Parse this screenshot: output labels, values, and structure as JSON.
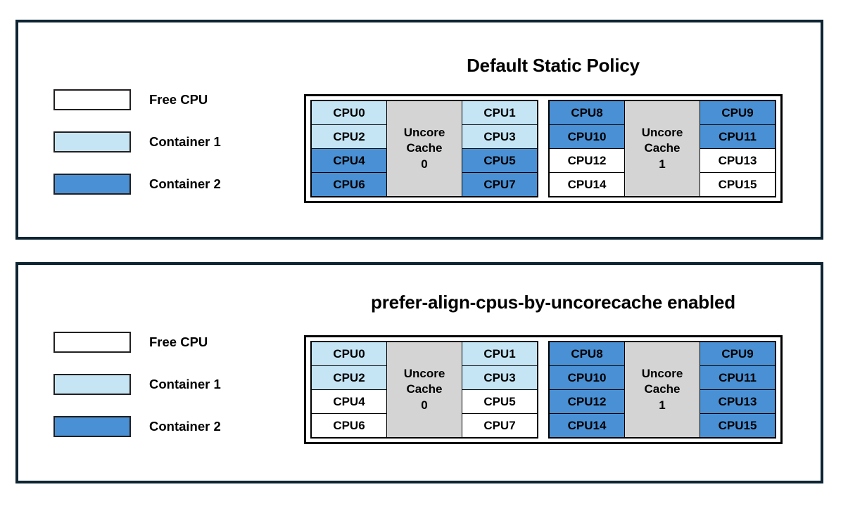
{
  "theme": {
    "panel_border": "#0d2433",
    "free_cpu_color": "#ffffff",
    "container1_color": "#c5e5f4",
    "container2_color": "#4a90d4",
    "uncore_cache_color": "#d4d4d4",
    "text_color": "#000000"
  },
  "legend": {
    "items": [
      {
        "label": "Free CPU",
        "swatch": "free"
      },
      {
        "label": "Container 1",
        "swatch": "container1"
      },
      {
        "label": "Container 2",
        "swatch": "container2"
      }
    ]
  },
  "panels": [
    {
      "id": "default-static-policy",
      "title": "Default Static Policy",
      "sockets": [
        {
          "cache_label_line1": "Uncore",
          "cache_label_line2": "Cache",
          "cache_label_line3": "0",
          "left_column": [
            {
              "label": "CPU0",
              "state": "container1"
            },
            {
              "label": "CPU2",
              "state": "container1"
            },
            {
              "label": "CPU4",
              "state": "container2"
            },
            {
              "label": "CPU6",
              "state": "container2"
            }
          ],
          "right_column": [
            {
              "label": "CPU1",
              "state": "container1"
            },
            {
              "label": "CPU3",
              "state": "container1"
            },
            {
              "label": "CPU5",
              "state": "container2"
            },
            {
              "label": "CPU7",
              "state": "container2"
            }
          ]
        },
        {
          "cache_label_line1": "Uncore",
          "cache_label_line2": "Cache",
          "cache_label_line3": "1",
          "left_column": [
            {
              "label": "CPU8",
              "state": "container2"
            },
            {
              "label": "CPU10",
              "state": "container2"
            },
            {
              "label": "CPU12",
              "state": "free"
            },
            {
              "label": "CPU14",
              "state": "free"
            }
          ],
          "right_column": [
            {
              "label": "CPU9",
              "state": "container2"
            },
            {
              "label": "CPU11",
              "state": "container2"
            },
            {
              "label": "CPU13",
              "state": "free"
            },
            {
              "label": "CPU15",
              "state": "free"
            }
          ]
        }
      ]
    },
    {
      "id": "prefer-align-cpus-by-uncorecache-enabled",
      "title": "prefer-align-cpus-by-uncorecache enabled",
      "sockets": [
        {
          "cache_label_line1": "Uncore",
          "cache_label_line2": "Cache",
          "cache_label_line3": "0",
          "left_column": [
            {
              "label": "CPU0",
              "state": "container1"
            },
            {
              "label": "CPU2",
              "state": "container1"
            },
            {
              "label": "CPU4",
              "state": "free"
            },
            {
              "label": "CPU6",
              "state": "free"
            }
          ],
          "right_column": [
            {
              "label": "CPU1",
              "state": "container1"
            },
            {
              "label": "CPU3",
              "state": "container1"
            },
            {
              "label": "CPU5",
              "state": "free"
            },
            {
              "label": "CPU7",
              "state": "free"
            }
          ]
        },
        {
          "cache_label_line1": "Uncore",
          "cache_label_line2": "Cache",
          "cache_label_line3": "1",
          "left_column": [
            {
              "label": "CPU8",
              "state": "container2"
            },
            {
              "label": "CPU10",
              "state": "container2"
            },
            {
              "label": "CPU12",
              "state": "container2"
            },
            {
              "label": "CPU14",
              "state": "container2"
            }
          ],
          "right_column": [
            {
              "label": "CPU9",
              "state": "container2"
            },
            {
              "label": "CPU11",
              "state": "container2"
            },
            {
              "label": "CPU13",
              "state": "container2"
            },
            {
              "label": "CPU15",
              "state": "container2"
            }
          ]
        }
      ]
    }
  ]
}
